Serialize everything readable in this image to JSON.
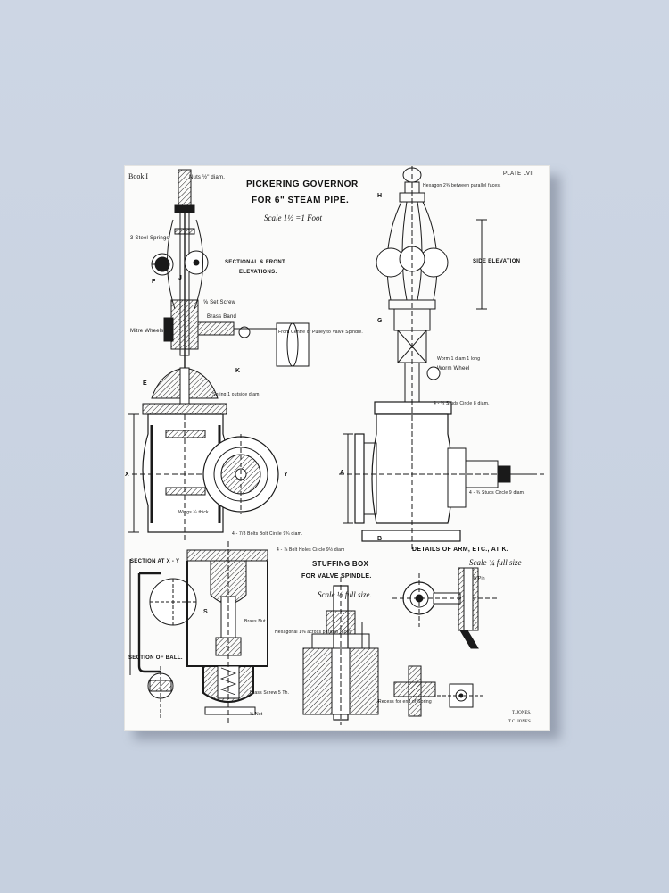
{
  "plate": {
    "book": "Book I",
    "plate_number": "PLATE LVII",
    "title_line1": "PICKERING GOVERNOR",
    "title_line2": "FOR 6\" STEAM PIPE.",
    "scale_main": "Scale 1½ =1 Foot",
    "sectional_front": "SECTIONAL & FRONT",
    "elevations": "ELEVATIONS.",
    "side_elevation": "SIDE ELEVATION",
    "section_xy": "SECTION AT X - Y",
    "section_ball": "SECTION OF BALL.",
    "stuffing_box_1": "STUFFING BOX",
    "stuffing_box_2": "FOR VALVE SPINDLE.",
    "scale_half": "Scale ½ full size.",
    "details_arm": "DETAILS OF ARM, ETC., AT K.",
    "scale_arm": "Scale ¾ full size",
    "signature_1": "T. JONES.",
    "signature_2": "T.C. JONES.",
    "notes": {
      "nuts": "Nuts ½\" diam.",
      "steel_springs": "3 Steel Springs",
      "hexagon": "Hexagon 2¾ between parallel faces.",
      "set_screw": "⅝ Set Screw",
      "brass_band": "Brass Band",
      "mitre_wheels": "Mitre Wheels",
      "from_centre": "From Centre of Pulley to Valve Spindle.",
      "worm_wheel": "Worm Wheel",
      "worm": "Worm 1 diam 1 long",
      "spring": "Spring 1 outside diam.",
      "studs_top": "4 - ¾ Studs Circle 8 diam.",
      "studs_side": "4 - ¾ Studs Circle 9 diam.",
      "bolts": "4 - 7/8 Bolts Bolt Circle 9¾ diam.",
      "bolt_holes": "4 - ⅞ Bolt Holes Circle 9½ diam",
      "wings": "Wings ¼ thick",
      "hexagonal": "Hexagonal 1⅜ across parallel faces",
      "brass_nut": "Brass Nut",
      "brass_screw": "Brass Screw 5 Th.",
      "nut": "⅝ Nut",
      "recess": "Recess for end of Spring",
      "pin": "⅜ Pin"
    },
    "letters": [
      "H",
      "G",
      "A",
      "B",
      "K",
      "J",
      "F",
      "X",
      "Y",
      "E",
      "S"
    ]
  }
}
